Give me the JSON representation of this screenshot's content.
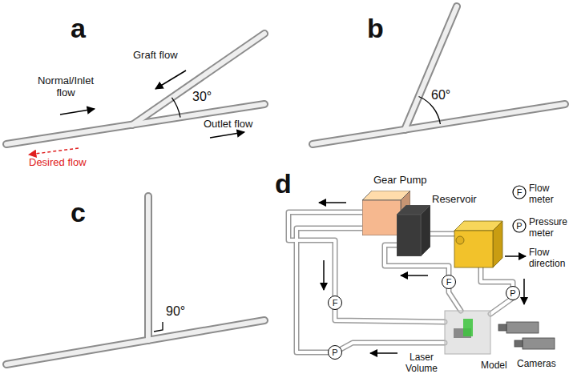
{
  "diagram": {
    "nodes": [
      {
        "text": [
          "Gear Pump"
        ]
      },
      {
        "text": [
          "Reservoir"
        ]
      },
      {
        "text": [
          "F"
        ]
      },
      {
        "text": [
          "F"
        ]
      },
      {
        "text": [
          "P"
        ]
      },
      {
        "text": [
          "P"
        ]
      }
    ],
    "labels": [
      "a",
      "Graft flow",
      "30°",
      "Normal/Inlet flow",
      "Outlet flow",
      "Desired flow",
      "b",
      "60°",
      "c",
      "90°",
      "d",
      "F",
      "P",
      "Laser Volume",
      "Model",
      "Cameras"
    ],
    "legend": [
      {
        "text": "Flow meter"
      },
      {
        "text": "Pressure meter"
      },
      {
        "text": "Flow direction"
      }
    ]
  }
}
